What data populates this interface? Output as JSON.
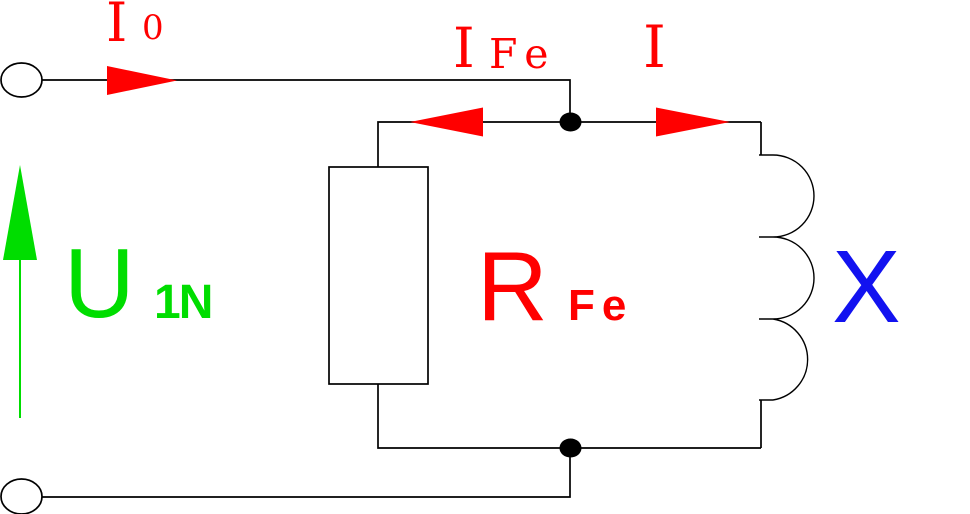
{
  "diagram": {
    "description": "Transformer no-load equivalent circuit",
    "colors": {
      "wire": "#000000",
      "current_red": "#ff0000",
      "voltage_green": "#00dd00",
      "reactance_blue": "#1212f0",
      "background": "#ffffff"
    }
  },
  "labels": {
    "i0": {
      "main": "I",
      "sub": "0"
    },
    "ife": {
      "main": "I",
      "sub": "Fe"
    },
    "i": {
      "main": "I"
    },
    "u1n": {
      "main": "U",
      "sub": "1N"
    },
    "rfe": {
      "main": "R",
      "sub": "Fe"
    },
    "x": {
      "main": "X"
    }
  }
}
